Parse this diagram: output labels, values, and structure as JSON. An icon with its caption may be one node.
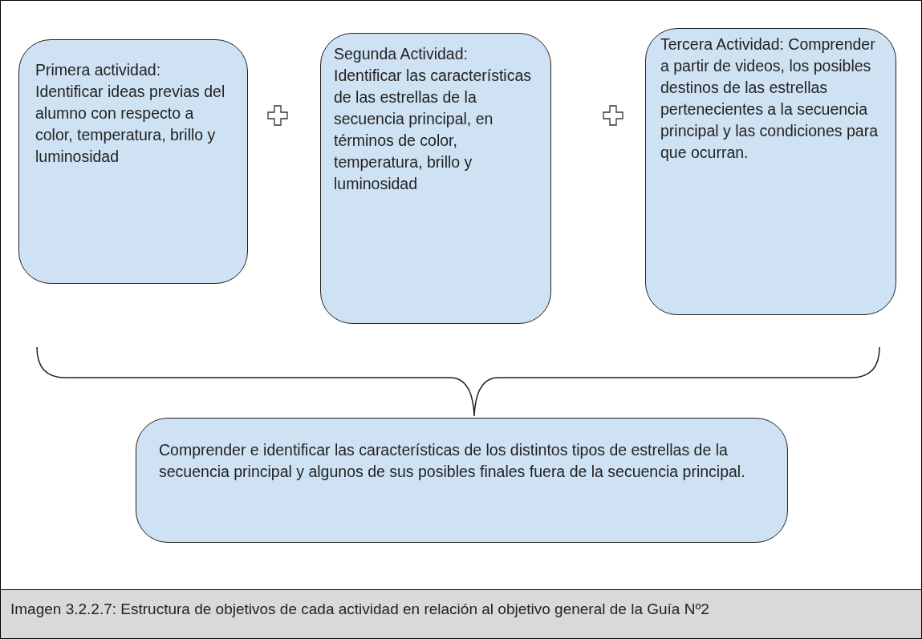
{
  "diagram": {
    "nodes": [
      {
        "text": [
          "Primera actividad: Identificar ideas previas del alumno con respecto a color, temperatura, brillo y luminosidad"
        ]
      },
      {
        "text": [
          "Segunda Actividad: Identificar las características de las estrellas de la secuencia principal, en términos de color, temperatura, brillo y luminosidad"
        ]
      },
      {
        "text": [
          "Tercera Actividad: Comprender a partir de videos, los posibles destinos de las estrellas pertenecientes a la secuencia principal y las condiciones para que ocurran."
        ]
      },
      {
        "text": [
          "Comprender e identificar las características de los distintos tipos de estrellas de la secuencia principal y algunos de sus posibles finales fuera de la secuencia principal."
        ]
      }
    ],
    "caption": "Imagen 3.2.2.7: Estructura de objetivos de cada actividad en relación al objetivo general de la Guía Nº2"
  }
}
